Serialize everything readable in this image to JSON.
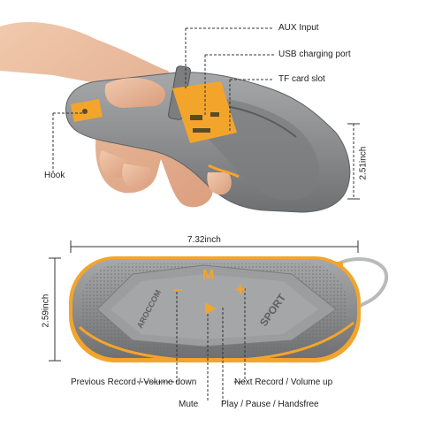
{
  "labels": {
    "aux_input": "AUX Input",
    "usb_charging_port": "USB charging port",
    "tf_card_slot": "TF card slot",
    "hook": "Hook",
    "height_top": "2.51inch",
    "length_bottom": "7.32inch",
    "height_bottom": "2.59inch",
    "previous_record": "Previous Record / Volume down",
    "next_record": "Next Record / Volume up",
    "mute": "Mute",
    "play_pause": "Play / Pause / Handsfree"
  },
  "speaker": {
    "brand_text": "AROCCOM",
    "sport_text": "SPORT",
    "button_m": "M",
    "button_minus": "−",
    "button_plus": "+"
  },
  "colors": {
    "body_gray": "#8f9092",
    "accent_orange": "#f3a52b",
    "skin": "#e8b89a"
  }
}
